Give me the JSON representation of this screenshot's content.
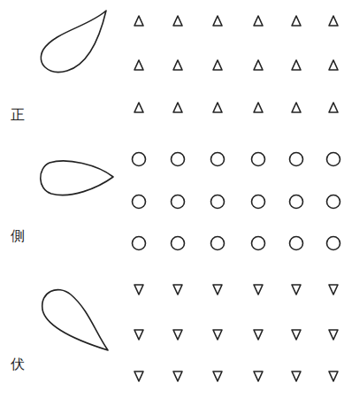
{
  "diagram": {
    "labels": [
      "正",
      "側",
      "伏"
    ]
  }
}
